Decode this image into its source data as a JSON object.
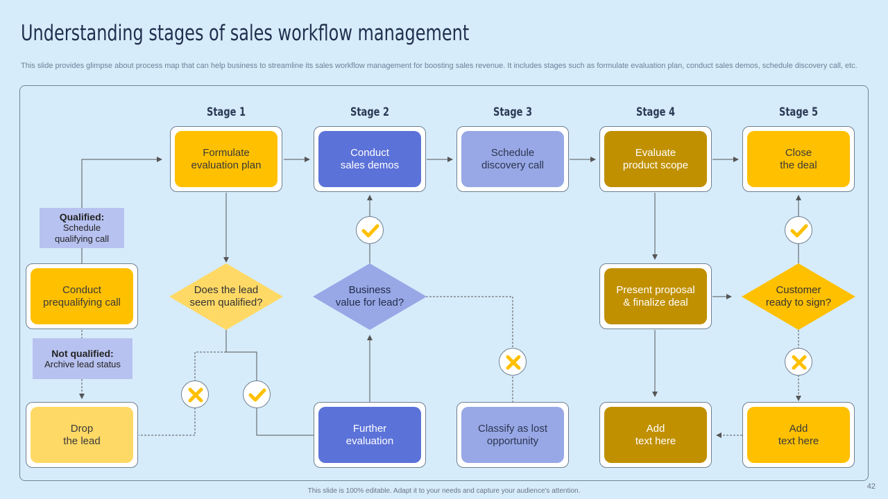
{
  "title": "Understanding stages of sales workflow management",
  "subtitle": "This slide provides glimpse about process map that can help business to streamline its sales workflow management for boosting sales revenue. It includes stages such as formulate evaluation plan, conduct sales demos, schedule discovery call, etc.",
  "stages": [
    "Stage 1",
    "Stage 2",
    "Stage 3",
    "Stage 4",
    "Stage 5"
  ],
  "nodes": {
    "formulate": "Formulate\nevaluation plan",
    "demos": "Conduct\nsales demos",
    "schedule": "Schedule\ndiscovery call",
    "evaluate": "Evaluate\nproduct scope",
    "close": "Close\nthe deal",
    "prequal": "Conduct\nprequalifying call",
    "drop": "Drop\nthe lead",
    "further": "Further\nevaluation",
    "classify": "Classify as lost\nopportunity",
    "proposal": "Present proposal\n& finalize deal",
    "add1": "Add\ntext here",
    "add2": "Add\ntext here"
  },
  "decisions": {
    "qualified": "Does the lead\nseem qualified?",
    "business": "Business\nvalue for lead?",
    "customer": "Customer\nready to sign?"
  },
  "labels": {
    "qualified_title": "Qualified:",
    "qualified_text": "Schedule\nqualifying call",
    "notqualified_title": "Not qualified:",
    "notqualified_text": "Archive lead status"
  },
  "icons": {
    "yes": "check-icon",
    "no": "cross-icon"
  },
  "colors": {
    "yellow": "#ffc000",
    "blue": "#5b72d8",
    "light_blue": "#98a8e6",
    "dark_yellow": "#c09000",
    "pale_yellow": "#ffd966"
  },
  "footer": "This slide is 100% editable. Adapt it to your needs and capture your audience's attention.",
  "page_number": "42"
}
